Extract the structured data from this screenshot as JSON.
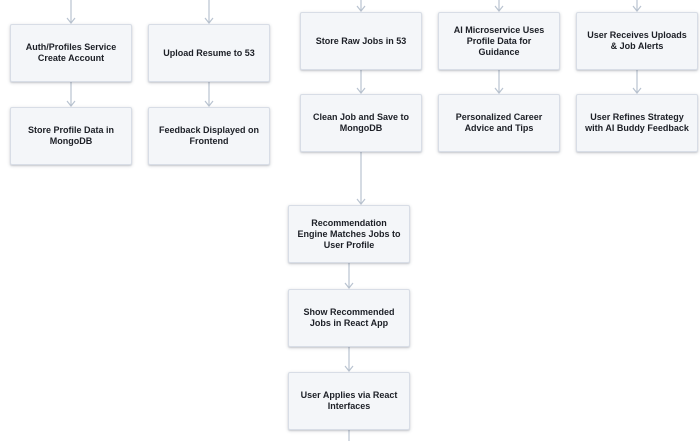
{
  "diagram": {
    "type": "flowchart",
    "colors": {
      "node_fill": "#f4f6f9",
      "node_border": "#d8dde6",
      "edge": "#b9c3d0",
      "text": "#1c1f26",
      "background": "#ffffff"
    },
    "nodes": [
      {
        "id": "auth",
        "label": "Auth/Profiles Service Create Account"
      },
      {
        "id": "store_profile",
        "label": "Store Profile Data in MongoDB"
      },
      {
        "id": "upload_resume",
        "label": "Upload Resume to 53"
      },
      {
        "id": "feedback",
        "label": "Feedback Displayed on Frontend"
      },
      {
        "id": "store_raw",
        "label": "Store Raw Jobs in 53"
      },
      {
        "id": "clean_job",
        "label": "Clean Job and Save to MongoDB"
      },
      {
        "id": "rec_engine",
        "label": "Recommendation Engine Matches Jobs to User Profile"
      },
      {
        "id": "show_rec",
        "label": "Show Recommended Jobs in React App"
      },
      {
        "id": "user_applies",
        "label": "User Applies via React Interfaces"
      },
      {
        "id": "ai_micro",
        "label": "AI Microservice Uses Profile Data for Guidance"
      },
      {
        "id": "career_advice",
        "label": "Personalized Career Advice and Tips"
      },
      {
        "id": "user_receives",
        "label": "User Receives Uploads & Job Alerts"
      },
      {
        "id": "user_refines",
        "label": "User Refines Strategy with AI Buddy Feedback"
      }
    ],
    "edges": [
      {
        "from": null,
        "to": "auth"
      },
      {
        "from": "auth",
        "to": "store_profile"
      },
      {
        "from": null,
        "to": "upload_resume"
      },
      {
        "from": "upload_resume",
        "to": "feedback"
      },
      {
        "from": null,
        "to": "store_raw"
      },
      {
        "from": "store_raw",
        "to": "clean_job"
      },
      {
        "from": "clean_job",
        "to": "rec_engine"
      },
      {
        "from": "rec_engine",
        "to": "show_rec"
      },
      {
        "from": "show_rec",
        "to": "user_applies"
      },
      {
        "from": "user_applies",
        "to": null
      },
      {
        "from": null,
        "to": "ai_micro"
      },
      {
        "from": "ai_micro",
        "to": "career_advice"
      },
      {
        "from": null,
        "to": "user_receives"
      },
      {
        "from": "user_receives",
        "to": "user_refines"
      }
    ]
  }
}
